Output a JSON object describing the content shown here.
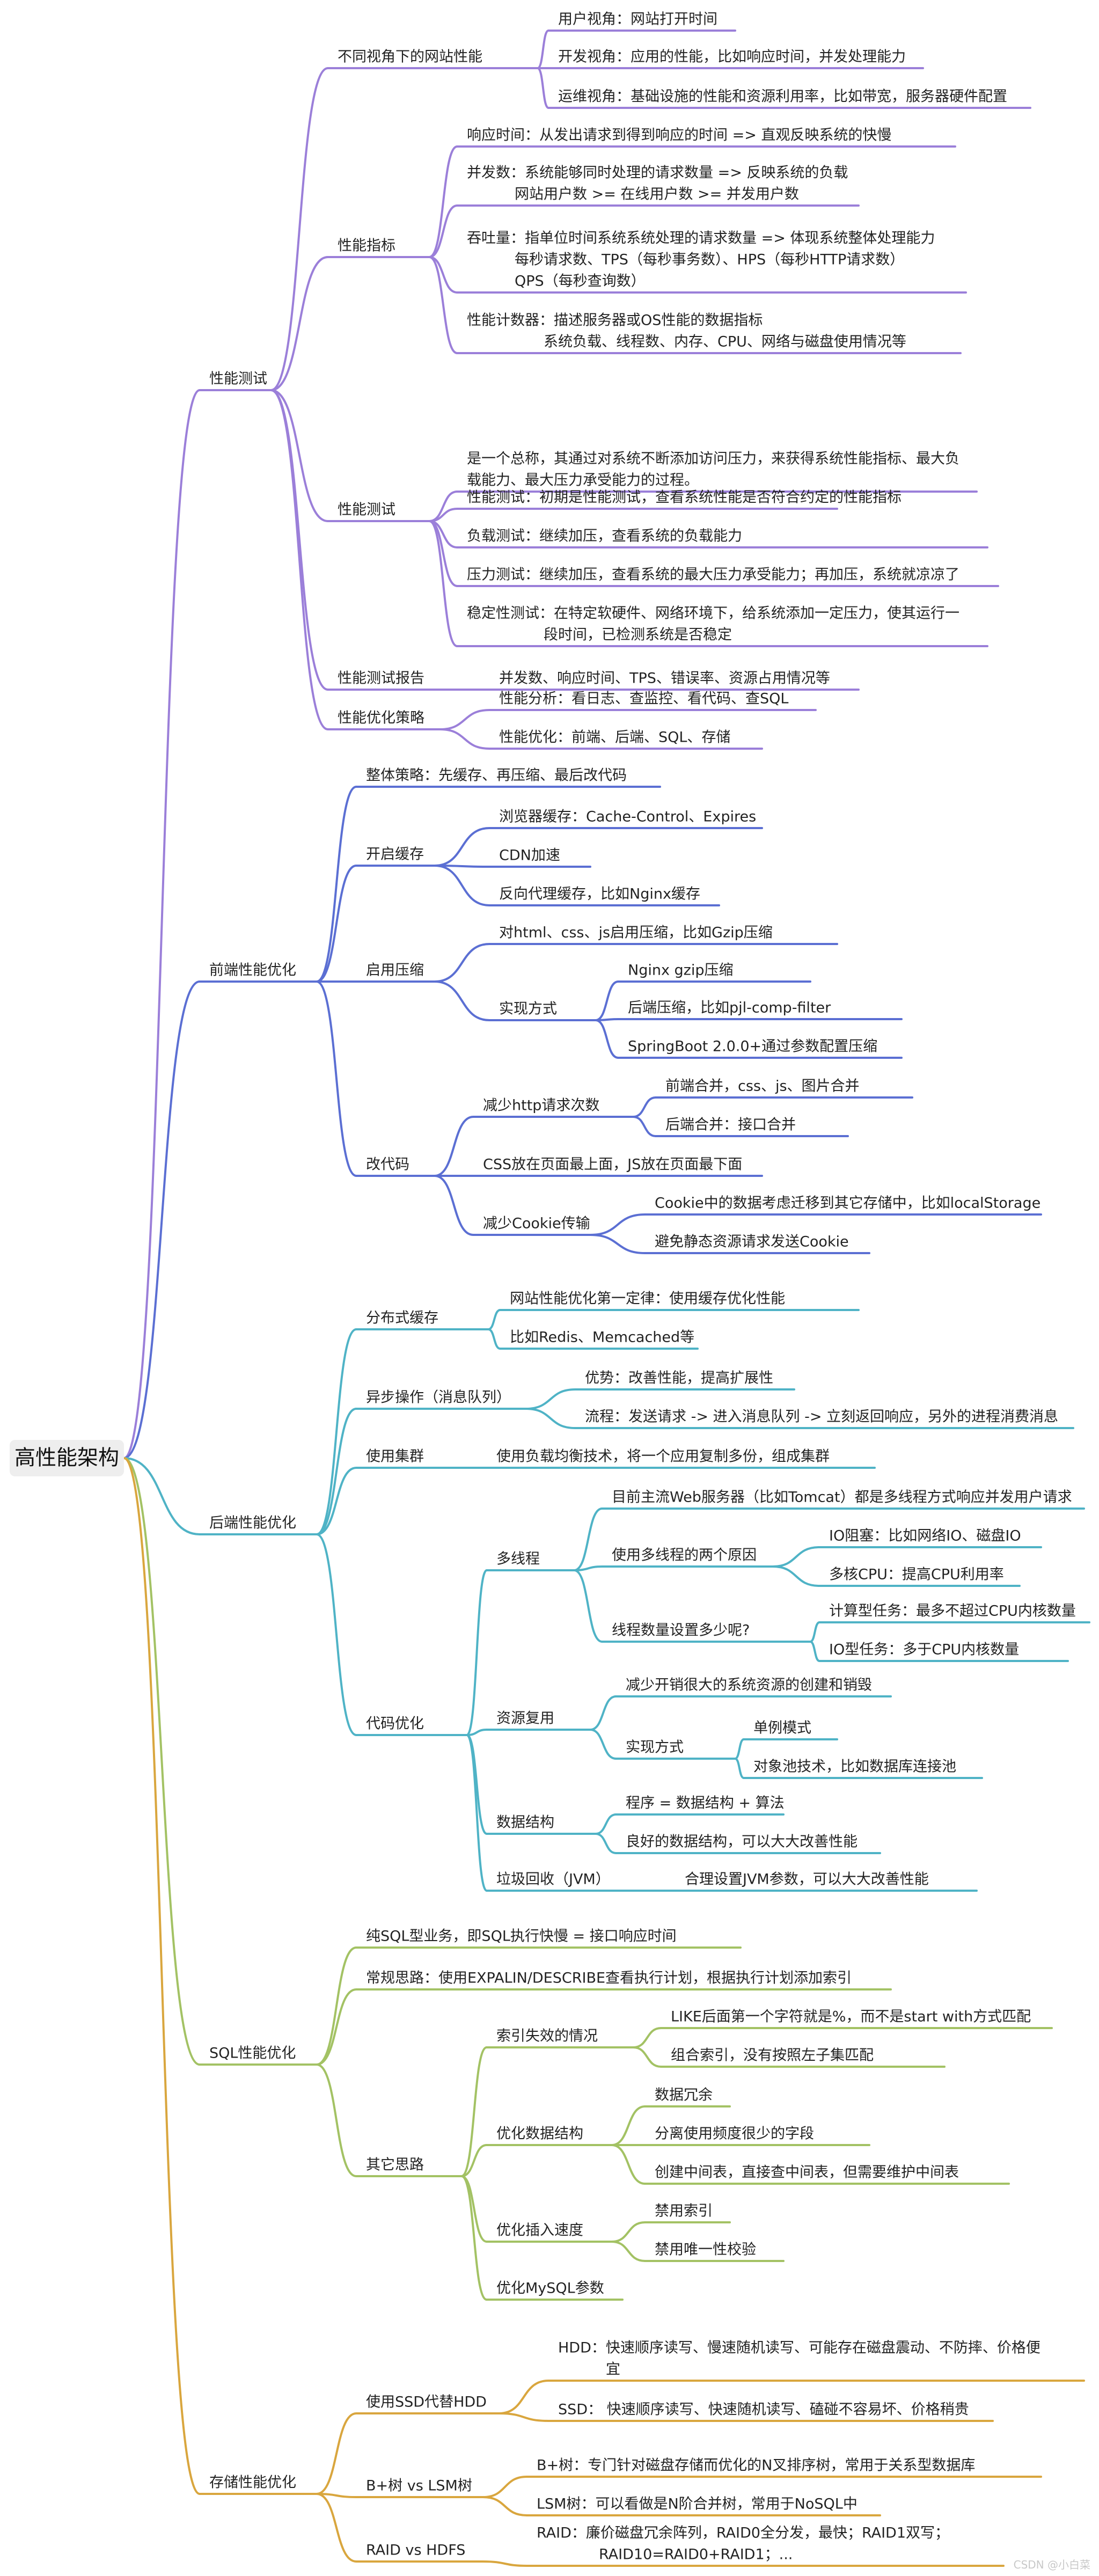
{
  "root": "高性能架构",
  "watermark": "CSDN @小白菜",
  "colors": {
    "root_bg": "#eeeeee",
    "perf_test": "#9b7fd9",
    "frontend": "#5b6fd3",
    "backend": "#4fb3c6",
    "sql": "#a3c264",
    "storage": "#d9a63e"
  },
  "branches": [
    {
      "label": "性能测试",
      "color": "perf_test",
      "children": [
        {
          "label": "不同视角下的网站性能",
          "children": [
            {
              "label": "用户视角：网站打开时间"
            },
            {
              "label": "开发视角：应用的性能，比如响应时间，并发处理能力"
            },
            {
              "label": "运维视角：基础设施的性能和资源利用率，比如带宽，服务器硬件配置"
            }
          ]
        },
        {
          "label": "性能指标",
          "children": [
            {
              "label": "响应时间：从发出请求到得到响应的时间  => 直观反映系统的快慢"
            },
            {
              "label": "并发数：系统能够同时处理的请求数量 => 反映系统的负载",
              "lines": [
                "网站用户数 >= 在线用户数 >= 并发用户数"
              ]
            },
            {
              "label": "吞吐量：指单位时间系统系统处理的请求数量 => 体现系统整体处理能力",
              "lines": [
                "每秒请求数、TPS（每秒事务数）、HPS（每秒HTTP请求数）",
                "QPS（每秒查询数）"
              ]
            },
            {
              "label": "性能计数器：描述服务器或OS性能的数据指标",
              "lines": [
                "系统负载、线程数、内存、CPU、网络与磁盘使用情况等"
              ]
            }
          ]
        },
        {
          "label": "性能测试",
          "children": [
            {
              "label": "是一个总称，其通过对系统不断添加访问压力，来获得系统性能指标、最大负",
              "lines": [
                "载能力、最大压力承受能力的过程。"
              ]
            },
            {
              "label": "性能测试：初期是性能测试，查看系统性能是否符合约定的性能指标"
            },
            {
              "label": "负载测试：继续加压，查看系统的负载能力"
            },
            {
              "label": "压力测试：继续加压，查看系统的最大压力承受能力；再加压，系统就凉凉了"
            },
            {
              "label": "稳定性测试：在特定软硬件、网络环境下，给系统添加一定压力，使其运行一",
              "lines": [
                "段时间，已检测系统是否稳定"
              ]
            }
          ]
        },
        {
          "label": "性能测试报告",
          "children": [
            {
              "label": "并发数、响应时间、TPS、错误率、资源占用情况等"
            }
          ]
        },
        {
          "label": "性能优化策略",
          "children": [
            {
              "label": "性能分析：看日志、查监控、看代码、查SQL"
            },
            {
              "label": "性能优化：前端、后端、SQL、存储"
            }
          ]
        }
      ]
    },
    {
      "label": "前端性能优化",
      "color": "frontend",
      "children": [
        {
          "label": "整体策略：先缓存、再压缩、最后改代码"
        },
        {
          "label": "开启缓存",
          "children": [
            {
              "label": "浏览器缓存：Cache-Control、Expires"
            },
            {
              "label": "CDN加速"
            },
            {
              "label": "反向代理缓存，比如Nginx缓存"
            }
          ]
        },
        {
          "label": "启用压缩",
          "children": [
            {
              "label": "对html、css、js启用压缩，比如Gzip压缩"
            },
            {
              "label": "实现方式",
              "children": [
                {
                  "label": "Nginx gzip压缩"
                },
                {
                  "label": "后端压缩，比如pjl-comp-filter"
                },
                {
                  "label": "SpringBoot 2.0.0+通过参数配置压缩"
                }
              ]
            }
          ]
        },
        {
          "label": "改代码",
          "children": [
            {
              "label": "减少http请求次数",
              "children": [
                {
                  "label": "前端合并，css、js、图片合并"
                },
                {
                  "label": "后端合并：接口合并"
                }
              ]
            },
            {
              "label": "CSS放在页面最上面，JS放在页面最下面"
            },
            {
              "label": "减少Cookie传输",
              "children": [
                {
                  "label": "Cookie中的数据考虑迁移到其它存储中，比如localStorage"
                },
                {
                  "label": "避免静态资源请求发送Cookie"
                }
              ]
            }
          ]
        }
      ]
    },
    {
      "label": "后端性能优化",
      "color": "backend",
      "children": [
        {
          "label": "分布式缓存",
          "children": [
            {
              "label": "网站性能优化第一定律：使用缓存优化性能"
            },
            {
              "label": "比如Redis、Memcached等"
            }
          ]
        },
        {
          "label": "异步操作（消息队列）",
          "children": [
            {
              "label": "优势：改善性能，提高扩展性"
            },
            {
              "label": "流程：发送请求 -> 进入消息队列 -> 立刻返回响应，另外的进程消费消息"
            }
          ]
        },
        {
          "label": "使用集群",
          "children": [
            {
              "label": "使用负载均衡技术，将一个应用复制多份，组成集群"
            }
          ]
        },
        {
          "label": "代码优化",
          "children": [
            {
              "label": "多线程",
              "children": [
                {
                  "label": "目前主流Web服务器（比如Tomcat）都是多线程方式响应并发用户请求"
                },
                {
                  "label": "使用多线程的两个原因",
                  "children": [
                    {
                      "label": "IO阻塞：比如网络IO、磁盘IO"
                    },
                    {
                      "label": "多核CPU：提高CPU利用率"
                    }
                  ]
                },
                {
                  "label": "线程数量设置多少呢?",
                  "children": [
                    {
                      "label": "计算型任务：最多不超过CPU内核数量"
                    },
                    {
                      "label": "IO型任务：多于CPU内核数量"
                    }
                  ]
                }
              ]
            },
            {
              "label": "资源复用",
              "children": [
                {
                  "label": "减少开销很大的系统资源的创建和销毁"
                },
                {
                  "label": "实现方式",
                  "children": [
                    {
                      "label": "单例模式"
                    },
                    {
                      "label": "对象池技术，比如数据库连接池"
                    }
                  ]
                }
              ]
            },
            {
              "label": "数据结构",
              "children": [
                {
                  "label": "程序 = 数据结构 + 算法"
                },
                {
                  "label": "良好的数据结构，可以大大改善性能"
                }
              ]
            },
            {
              "label": "垃圾回收（JVM）",
              "children": [
                {
                  "label": "合理设置JVM参数，可以大大改善性能"
                }
              ]
            }
          ]
        }
      ]
    },
    {
      "label": "SQL性能优化",
      "color": "sql",
      "children": [
        {
          "label": "纯SQL型业务，即SQL执行快慢 = 接口响应时间"
        },
        {
          "label": "常规思路：使用EXPALIN/DESCRIBE查看执行计划，根据执行计划添加索引"
        },
        {
          "label": "其它思路",
          "children": [
            {
              "label": "索引失效的情况",
              "children": [
                {
                  "label": "LIKE后面第一个字符就是%，而不是start with方式匹配"
                },
                {
                  "label": "组合索引，没有按照左子集匹配"
                }
              ]
            },
            {
              "label": "优化数据结构",
              "children": [
                {
                  "label": "数据冗余"
                },
                {
                  "label": "分离使用频度很少的字段"
                },
                {
                  "label": "创建中间表，直接查中间表，但需要维护中间表"
                }
              ]
            },
            {
              "label": "优化插入速度",
              "children": [
                {
                  "label": "禁用索引"
                },
                {
                  "label": "禁用唯一性校验"
                }
              ]
            },
            {
              "label": "优化MySQL参数"
            }
          ]
        }
      ]
    },
    {
      "label": "存储性能优化",
      "color": "storage",
      "children": [
        {
          "label": "使用SSD代替HDD",
          "children": [
            {
              "label": "HDD：快速顺序读写、慢速随机读写、可能存在磁盘震动、不防摔、价格便",
              "lines": [
                "宜"
              ]
            },
            {
              "label": "SSD： 快速顺序读写、快速随机读写、磕碰不容易坏、价格稍贵"
            }
          ]
        },
        {
          "label": "B+树 vs LSM树",
          "children": [
            {
              "label": "B+树：专门针对磁盘存储而优化的N叉排序树，常用于关系型数据库"
            },
            {
              "label": "LSM树：可以看做是N阶合并树，常用于NoSQL中"
            }
          ]
        },
        {
          "label": "RAID vs HDFS",
          "children": [
            {
              "label": "RAID：廉价磁盘冗余阵列，RAID0全分发，最快；RAID1双写；",
              "lines": [
                "RAID10=RAID0+RAID1；..."
              ]
            }
          ]
        }
      ]
    }
  ]
}
